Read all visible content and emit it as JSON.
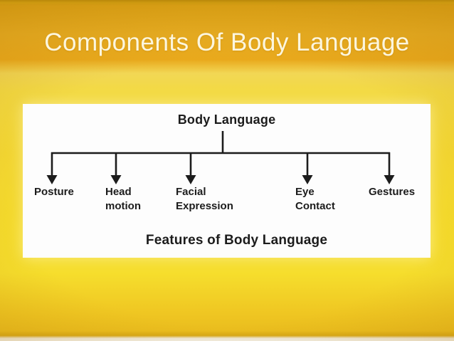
{
  "slide": {
    "title": "Components Of Body Language"
  },
  "diagram": {
    "root_label": "Body Language",
    "caption": "Features of Body Language",
    "branches": [
      {
        "lines": [
          "Posture"
        ]
      },
      {
        "lines": [
          "Head",
          "motion"
        ]
      },
      {
        "lines": [
          "Facial",
          "Expression"
        ]
      },
      {
        "lines": [
          "Eye",
          "Contact"
        ]
      },
      {
        "lines": [
          "Gestures"
        ]
      }
    ]
  },
  "colors": {
    "background_gold": "#e8ab1e",
    "background_highlight": "#f5dd2c",
    "top_strip": "#c7940e",
    "panel_background": "#fdfdfd",
    "diagram_ink": "#1c1c1c",
    "title_text": "#fcf6de"
  }
}
